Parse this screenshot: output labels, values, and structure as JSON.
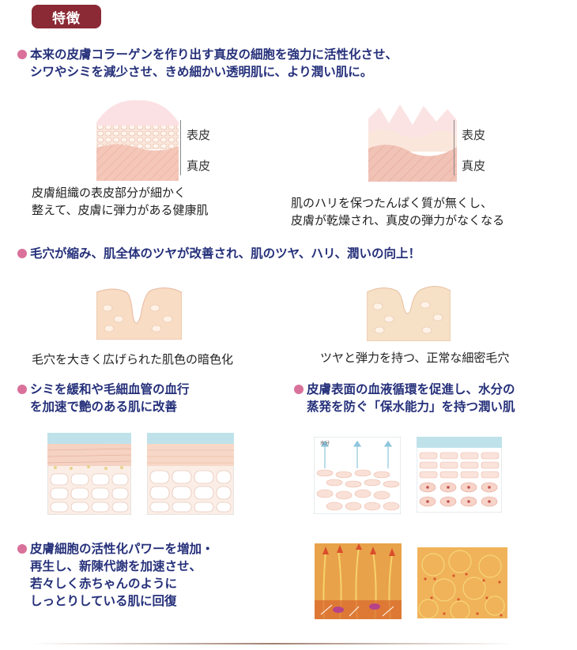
{
  "badge": "特徴",
  "section1": {
    "line1": "本来の皮膚コラーゲンを作り出す真皮の細胞を強力に活性化させ、",
    "line2": "シワやシミを減少させ、きめ細かい透明肌に、より潤い肌に。",
    "left": {
      "upper_label": "表皮",
      "lower_label": "真皮",
      "caption1": "皮膚組織の表皮部分が細かく",
      "caption2": "整えて、皮膚に弾力がある健康肌"
    },
    "right": {
      "upper_label": "表皮",
      "lower_label": "真皮",
      "caption1": "肌のハリを保つたんぱく質が無くし、",
      "caption2": "皮膚が乾燥され、真皮の弾力がなくなる"
    }
  },
  "section2": {
    "heading": "毛穴が縮み、肌全体のツヤが改善され、肌のツヤ、ハリ、潤いの向上！",
    "left_caption": "毛穴を大きく広げられた肌色の暗色化",
    "right_caption": "ツヤと弾力を持つ、正常な細密毛穴"
  },
  "section3": {
    "left_line1": "シミを緩和や毛細血管の血行",
    "left_line2": "を加速で艶のある肌に改善",
    "right_line1": "皮膚表面の血液循環を促進し、水分の",
    "right_line2": "蒸発を防ぐ「保水能力」を持つ潤い肌",
    "water_label": "水分"
  },
  "section4": {
    "line1": "皮膚細胞の活性化パワーを増加・",
    "line2": "再生し、新陳代謝を加速させ、",
    "line3": "若々しく赤ちゃんのように",
    "line4": "しっとりしている肌に回復"
  },
  "colors": {
    "badge": "#8b2a35",
    "heading_text": "#25307a",
    "bullet": "#d9719a"
  }
}
